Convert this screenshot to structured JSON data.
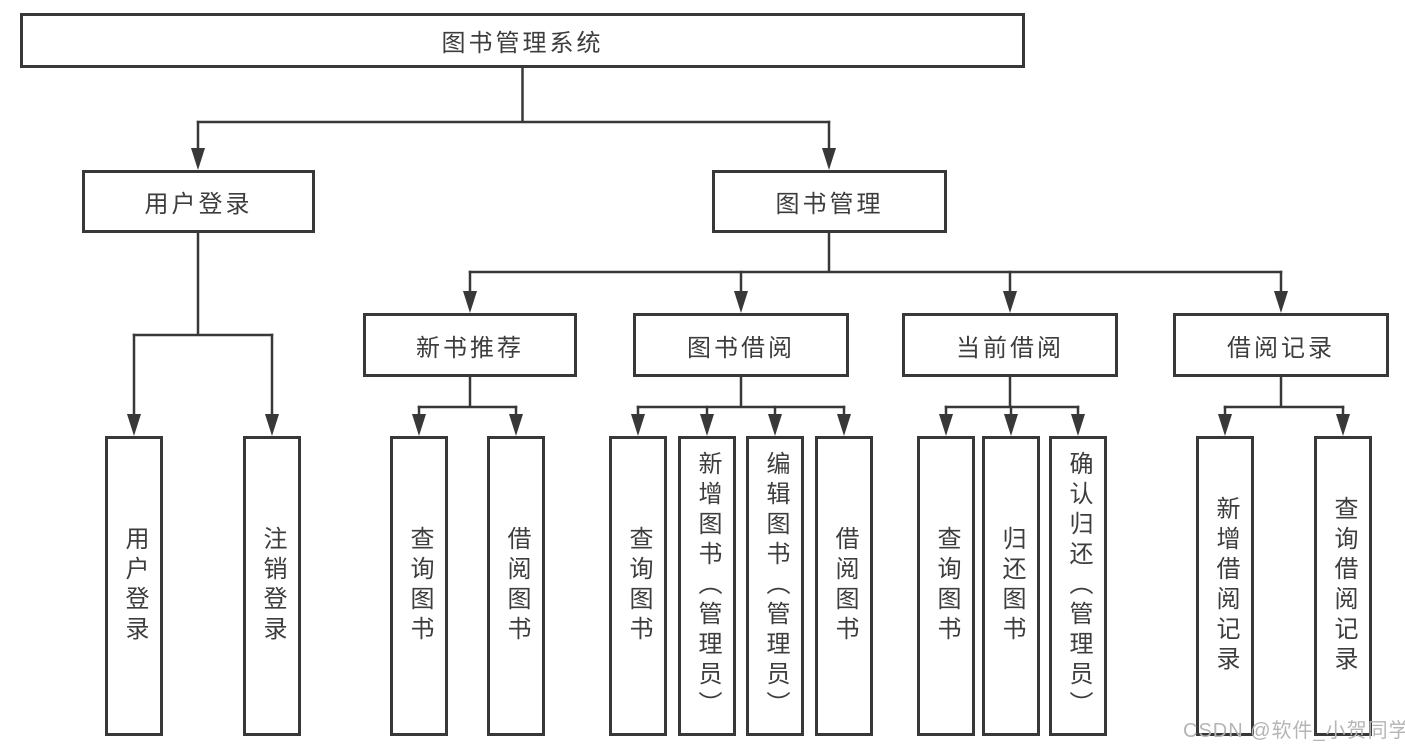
{
  "diagram": {
    "tree": {
      "label": "图书管理系统",
      "children": [
        {
          "label": "用户登录",
          "leaves": [
            {
              "label": "用户登录"
            },
            {
              "label": "注销登录"
            }
          ]
        },
        {
          "label": "图书管理",
          "children": [
            {
              "label": "新书推荐",
              "leaves": [
                {
                  "label": "查询图书"
                },
                {
                  "label": "借阅图书"
                }
              ]
            },
            {
              "label": "图书借阅",
              "leaves": [
                {
                  "label": "查询图书"
                },
                {
                  "label": "新增图书（管理员）"
                },
                {
                  "label": "编辑图书（管理员）"
                },
                {
                  "label": "借阅图书"
                }
              ]
            },
            {
              "label": "当前借阅",
              "leaves": [
                {
                  "label": "查询图书"
                },
                {
                  "label": "归还图书"
                },
                {
                  "label": "确认归还（管理员）"
                }
              ]
            },
            {
              "label": "借阅记录",
              "leaves": [
                {
                  "label": "新增借阅记录"
                },
                {
                  "label": "查询借阅记录"
                }
              ]
            }
          ]
        }
      ]
    },
    "colors": {
      "line": "#383838",
      "text": "#3d3d3d",
      "box_background": "#ffffff",
      "watermark": "#b5b5b5"
    }
  },
  "watermark": {
    "text": "CSDN @软件_小贺同学"
  }
}
